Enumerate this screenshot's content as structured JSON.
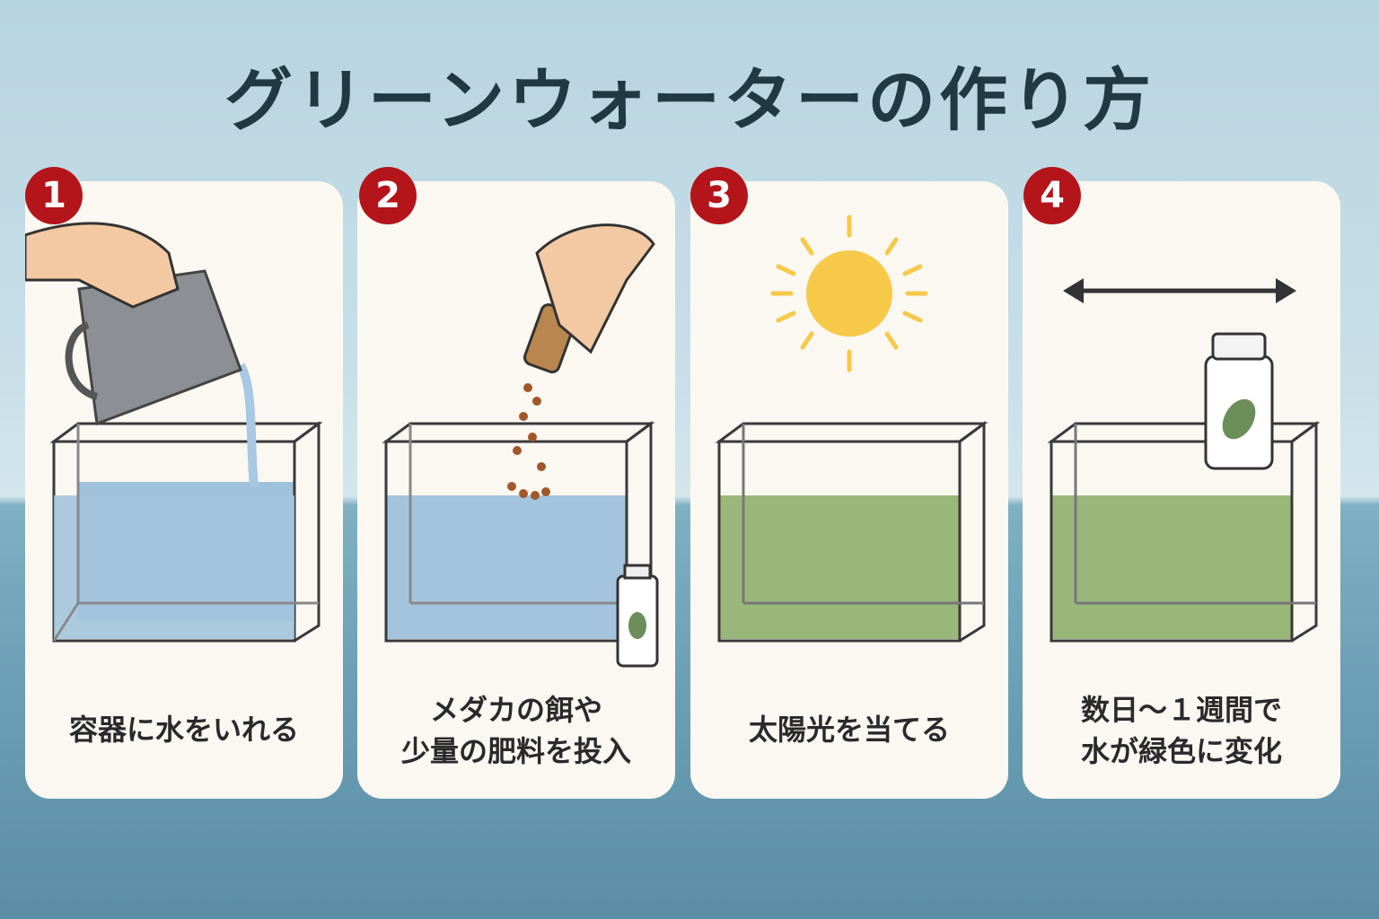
{
  "title": "グリーンウォーターの作り方",
  "steps": [
    {
      "number": "1",
      "caption": [
        "容器に水をいれる"
      ]
    },
    {
      "number": "2",
      "caption": [
        "メダカの餌や",
        "少量の肥料を投入"
      ]
    },
    {
      "number": "3",
      "caption": [
        "太陽光を当てる"
      ]
    },
    {
      "number": "4",
      "caption": [
        "数日～１週間で",
        "水が緑色に変化"
      ]
    }
  ],
  "colors": {
    "badge": "#b3151b",
    "clear_water": "#a3c4dc",
    "green_water": "#9ab77a",
    "sun": "#f7c948"
  }
}
